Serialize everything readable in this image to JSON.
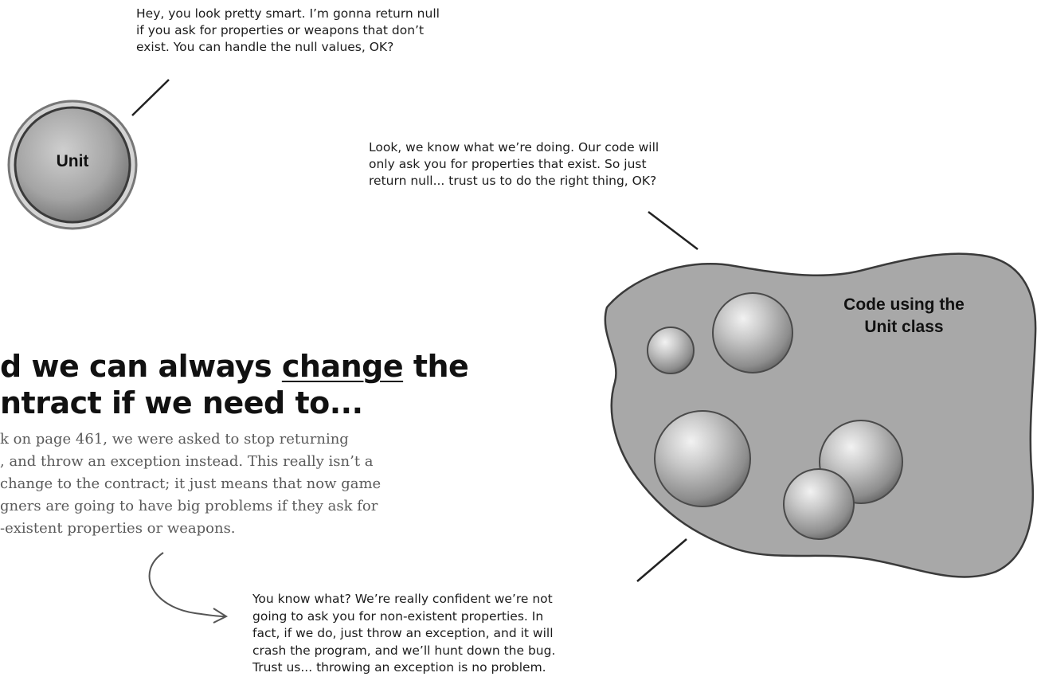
{
  "unit_bubble": {
    "label": "Unit",
    "lines": [
      "Hey, you look pretty smart. I’m gonna return null",
      "if you ask for properties or weapons that don’t",
      "exist. You can handle the null values, OK?"
    ]
  },
  "code_bubble_1": {
    "lines": [
      "Look, we know what we’re doing. Our code will",
      "only ask you for properties that exist. So just",
      "return null... trust us to do the right thing, OK?"
    ]
  },
  "code_blob": {
    "label_line1": "Code using the",
    "label_line2": "Unit class"
  },
  "heading": {
    "line1_before": "d we can always ",
    "line1_underlined": "change",
    "line1_after": " the",
    "line2": "ntract if we need to..."
  },
  "body_text": {
    "lines": [
      "k on page 461, we were asked to stop returning",
      ", and throw an exception instead. This really isn’t a",
      "change to the contract; it just means that now game",
      "gners are going to have big problems if they ask for",
      "-existent properties or weapons."
    ]
  },
  "code_bubble_2": {
    "lines": [
      "You know what? We’re really confident we’re not",
      "going to ask you for non-existent properties. In",
      "fact, if we do, just throw an exception, and it will",
      "crash the program, and we’ll hunt down the bug.",
      "Trust us... throwing an exception is no problem."
    ]
  }
}
